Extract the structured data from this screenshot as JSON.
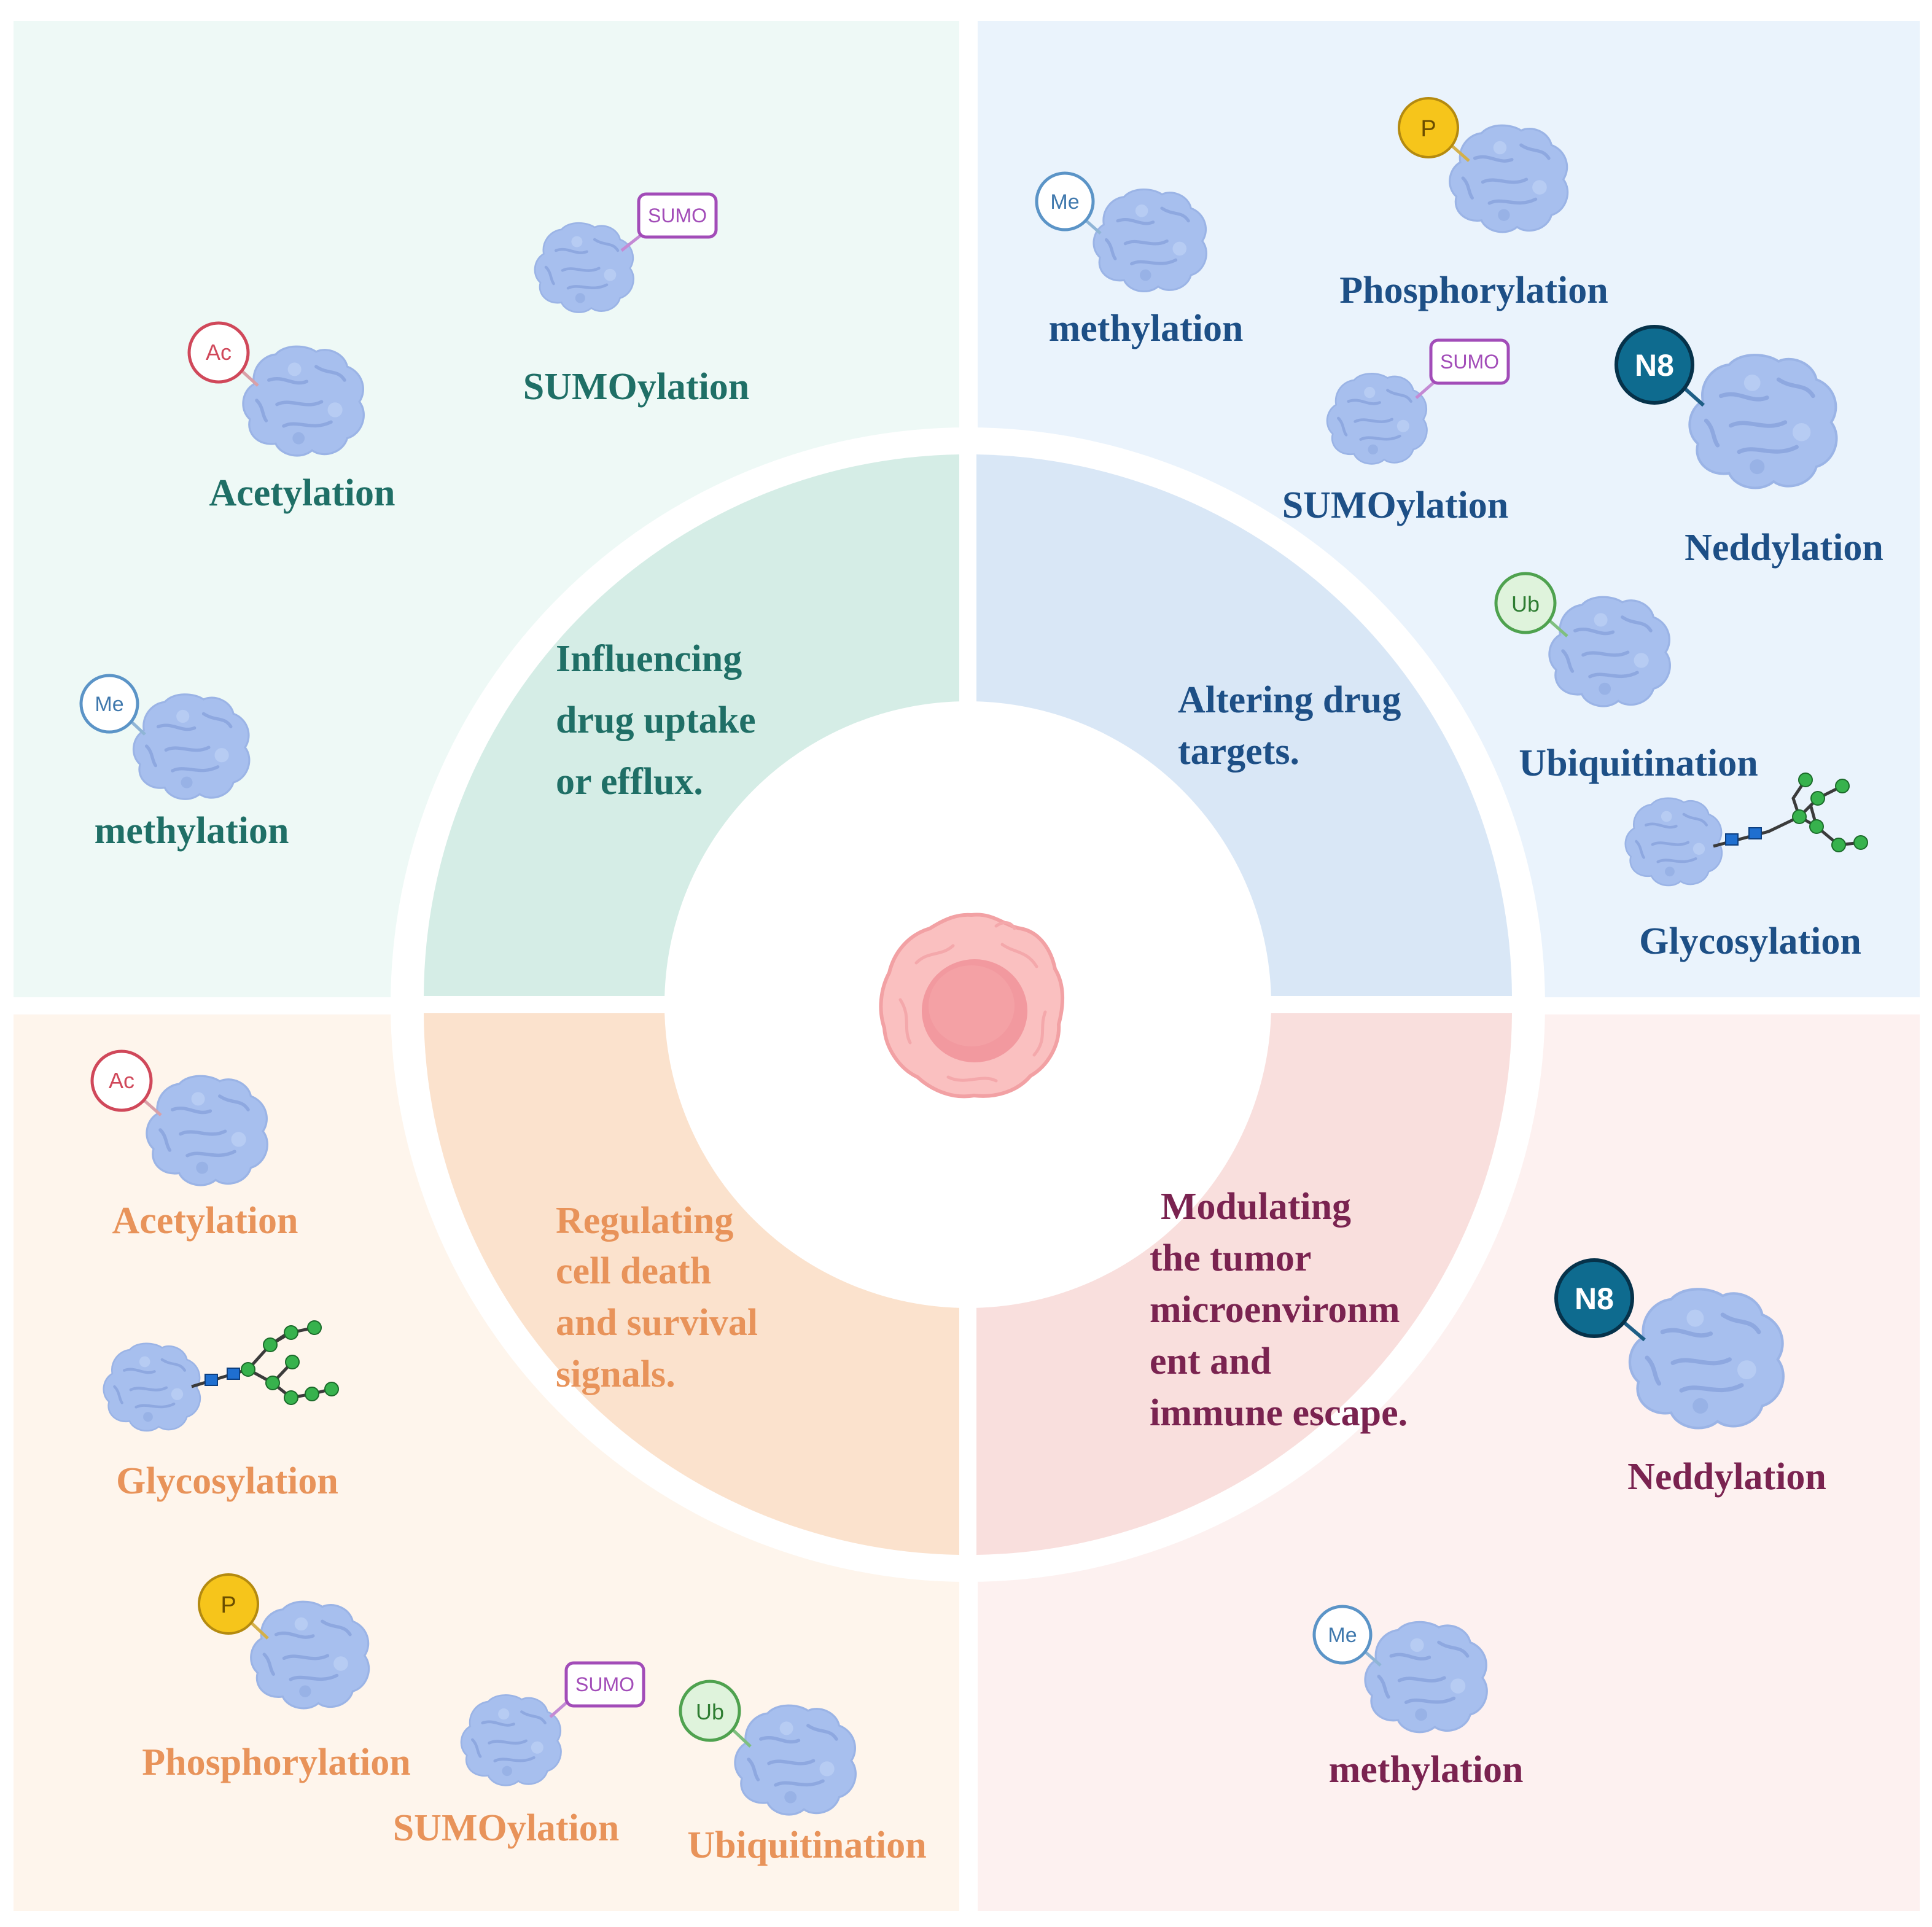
{
  "quadrants": {
    "top_left": {
      "center_text": [
        "Influencing",
        "drug uptake",
        "or efflux."
      ],
      "color": "#1f6f66",
      "bg": "#eef9f6",
      "ring": "#d5ede6",
      "labels": {
        "sumoylation": "SUMOylation",
        "acetylation": "Acetylation",
        "methylation": "methylation"
      }
    },
    "top_right": {
      "center_text": [
        "Altering drug",
        "targets."
      ],
      "color": "#1d4f86",
      "bg": "#eaf3fc",
      "ring": "#d9e7f6",
      "labels": {
        "methylation": "methylation",
        "phosphorylation": "Phosphorylation",
        "sumoylation": "SUMOylation",
        "neddylation": "Neddylation",
        "ubiquitination": "Ubiquitination",
        "glycosylation": "Glycosylation"
      }
    },
    "bottom_left": {
      "center_text": [
        "Regulating",
        "cell death",
        "and survival",
        "signals."
      ],
      "color": "#e8935a",
      "bg": "#fef5ec",
      "ring": "#fbe2cd",
      "labels": {
        "acetylation": "Acetylation",
        "glycosylation": "Glycosylation",
        "phosphorylation": "Phosphorylation",
        "sumoylation": "SUMOylation",
        "ubiquitination": "Ubiquitination"
      }
    },
    "bottom_right": {
      "center_text": [
        "Modulating",
        "the tumor",
        "microenvironm",
        "ent and",
        "immune escape."
      ],
      "color": "#7a2350",
      "bg": "#fdf1f0",
      "ring": "#f9dfdd",
      "labels": {
        "neddylation": "Neddylation",
        "methylation": "methylation"
      }
    }
  },
  "tags": {
    "sumo": "SUMO",
    "acetyl": "Ac",
    "methyl": "Me",
    "phospho": "P",
    "nedd8": "N8",
    "ubiquitin": "Ub"
  }
}
